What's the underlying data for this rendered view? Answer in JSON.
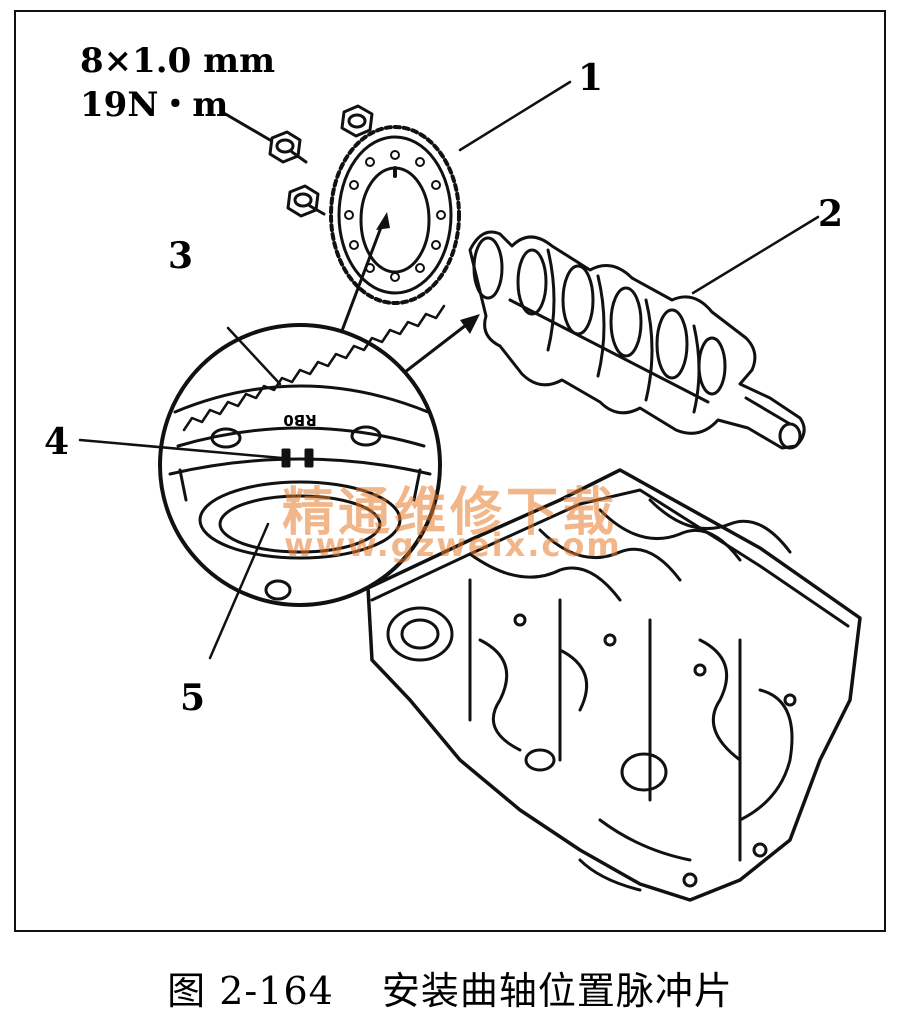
{
  "figure": {
    "spec_thread": "8×1.0 mm",
    "spec_torque": "19N・m",
    "callouts": [
      "1",
      "2",
      "3",
      "4",
      "5"
    ],
    "ring_stamp": "RB0",
    "watermark_cn": "精通维修下载",
    "watermark_url": "www.gzweix.com",
    "caption_number": "图 2-164",
    "caption_title": "安装曲轴位置脉冲片"
  },
  "colors": {
    "line": "#111111",
    "watermark": "#e97b2e"
  }
}
